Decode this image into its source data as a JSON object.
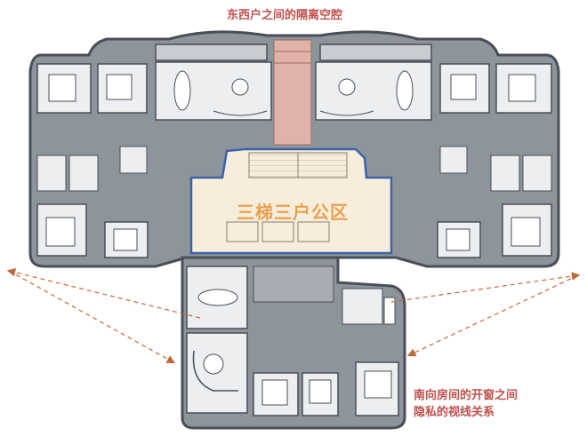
{
  "annotations": {
    "top_label": "东西户之间的隔离空腔",
    "core_label": "三梯三户公区",
    "bottom_label_line1": "南向房间的开窗之间",
    "bottom_label_line2": "隐私的视线关系"
  },
  "colors": {
    "unit_fill": "#8e949c",
    "wall": "#4a4f57",
    "room_light": "#eceeef",
    "core_fill": "#f7eddc",
    "core_border": "#3b64a8",
    "isolation_cavity": "#e0b2a9",
    "label_red": "#c0504d",
    "label_orange": "#e8a14f",
    "arrow_color": "#c06a3a"
  }
}
